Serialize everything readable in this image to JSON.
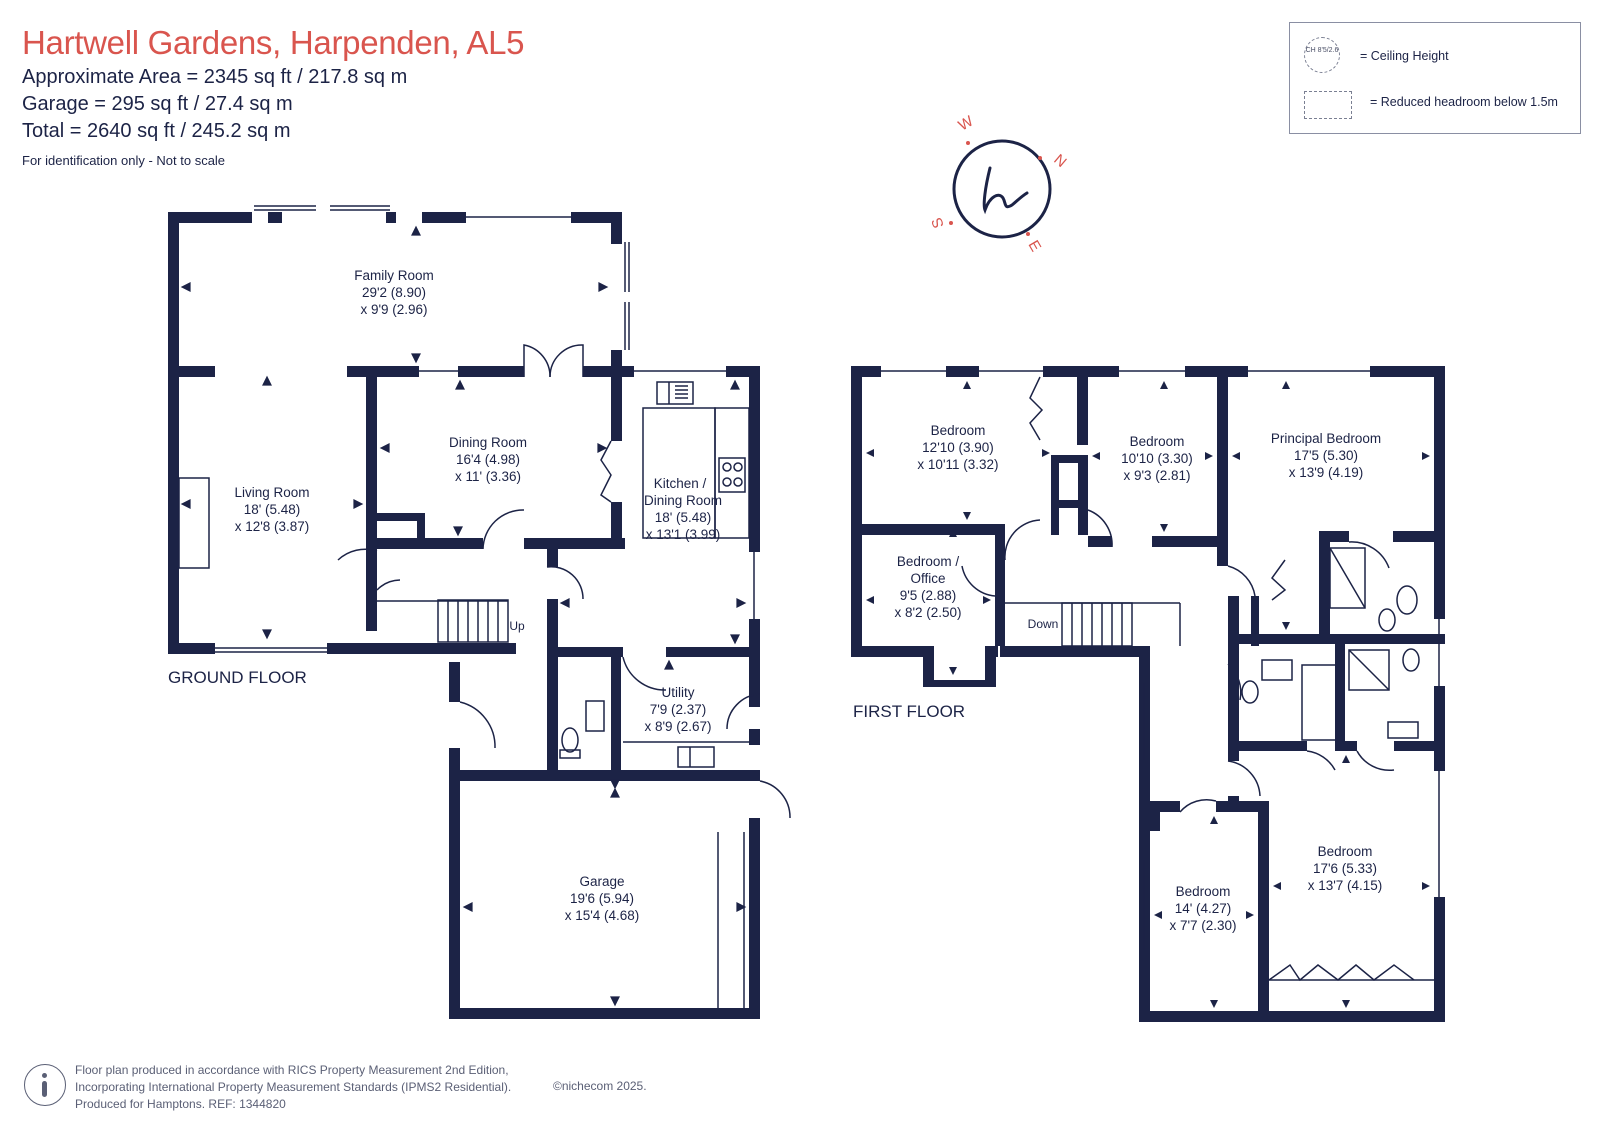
{
  "header": {
    "title": "Hartwell Gardens, Harpenden, AL5",
    "approx_area": "Approximate Area = 2345 sq ft / 217.8 sq m",
    "garage_area": "Garage = 295 sq ft / 27.4 sq m",
    "total_area": "Total = 2640 sq ft / 245.2 sq m",
    "note": "For identification only - Not to scale"
  },
  "legend": {
    "ceiling_height_symbol": "CH 8'5/2.6",
    "ceiling_height_label": "= Ceiling Height",
    "reduced_headroom_label": "= Reduced headroom below 1.5m"
  },
  "compass": {
    "points": [
      "W",
      "N",
      "S",
      "E"
    ],
    "logo": "h"
  },
  "ground_floor": {
    "label": "GROUND FLOOR",
    "rooms": {
      "family_room": [
        "Family Room",
        "29'2 (8.90)",
        "x 9'9 (2.96)"
      ],
      "living_room": [
        "Living Room",
        "18' (5.48)",
        "x 12'8 (3.87)"
      ],
      "dining_room": [
        "Dining Room",
        "16'4 (4.98)",
        "x 11' (3.36)"
      ],
      "kitchen": [
        "Kitchen /",
        "Dining Room",
        "18' (5.48)",
        "x 13'1 (3.99)"
      ],
      "utility": [
        "Utility",
        "7'9 (2.37)",
        "x 8'9 (2.67)"
      ],
      "garage": [
        "Garage",
        "19'6 (5.94)",
        "x 15'4 (4.68)"
      ]
    },
    "stairs_label": "Up"
  },
  "first_floor": {
    "label": "FIRST FLOOR",
    "rooms": {
      "bedroom_1": [
        "Bedroom",
        "12'10 (3.90)",
        "x 10'11 (3.32)"
      ],
      "bedroom_2": [
        "Bedroom",
        "10'10 (3.30)",
        "x 9'3 (2.81)"
      ],
      "principal": [
        "Principal Bedroom",
        "17'5 (5.30)",
        "x 13'9 (4.19)"
      ],
      "office": [
        "Bedroom /",
        "Office",
        "9'5 (2.88)",
        "x 8'2 (2.50)"
      ],
      "bedroom_3": [
        "Bedroom",
        "17'6 (5.33)",
        "x 13'7 (4.15)"
      ],
      "bedroom_4": [
        "Bedroom",
        "14' (4.27)",
        "x 7'7 (2.30)"
      ]
    },
    "stairs_label": "Down"
  },
  "footer": {
    "line1": "Floor plan produced in accordance with RICS Property Measurement 2nd Edition,",
    "line2": "Incorporating International Property Measurement Standards (IPMS2 Residential).",
    "line3": "Produced for Hamptons.   REF:  1344820",
    "copyright": "©nichecom 2025."
  },
  "colors": {
    "wall": "#1c2346",
    "title": "#d9554e",
    "compass": "#d9554e"
  }
}
